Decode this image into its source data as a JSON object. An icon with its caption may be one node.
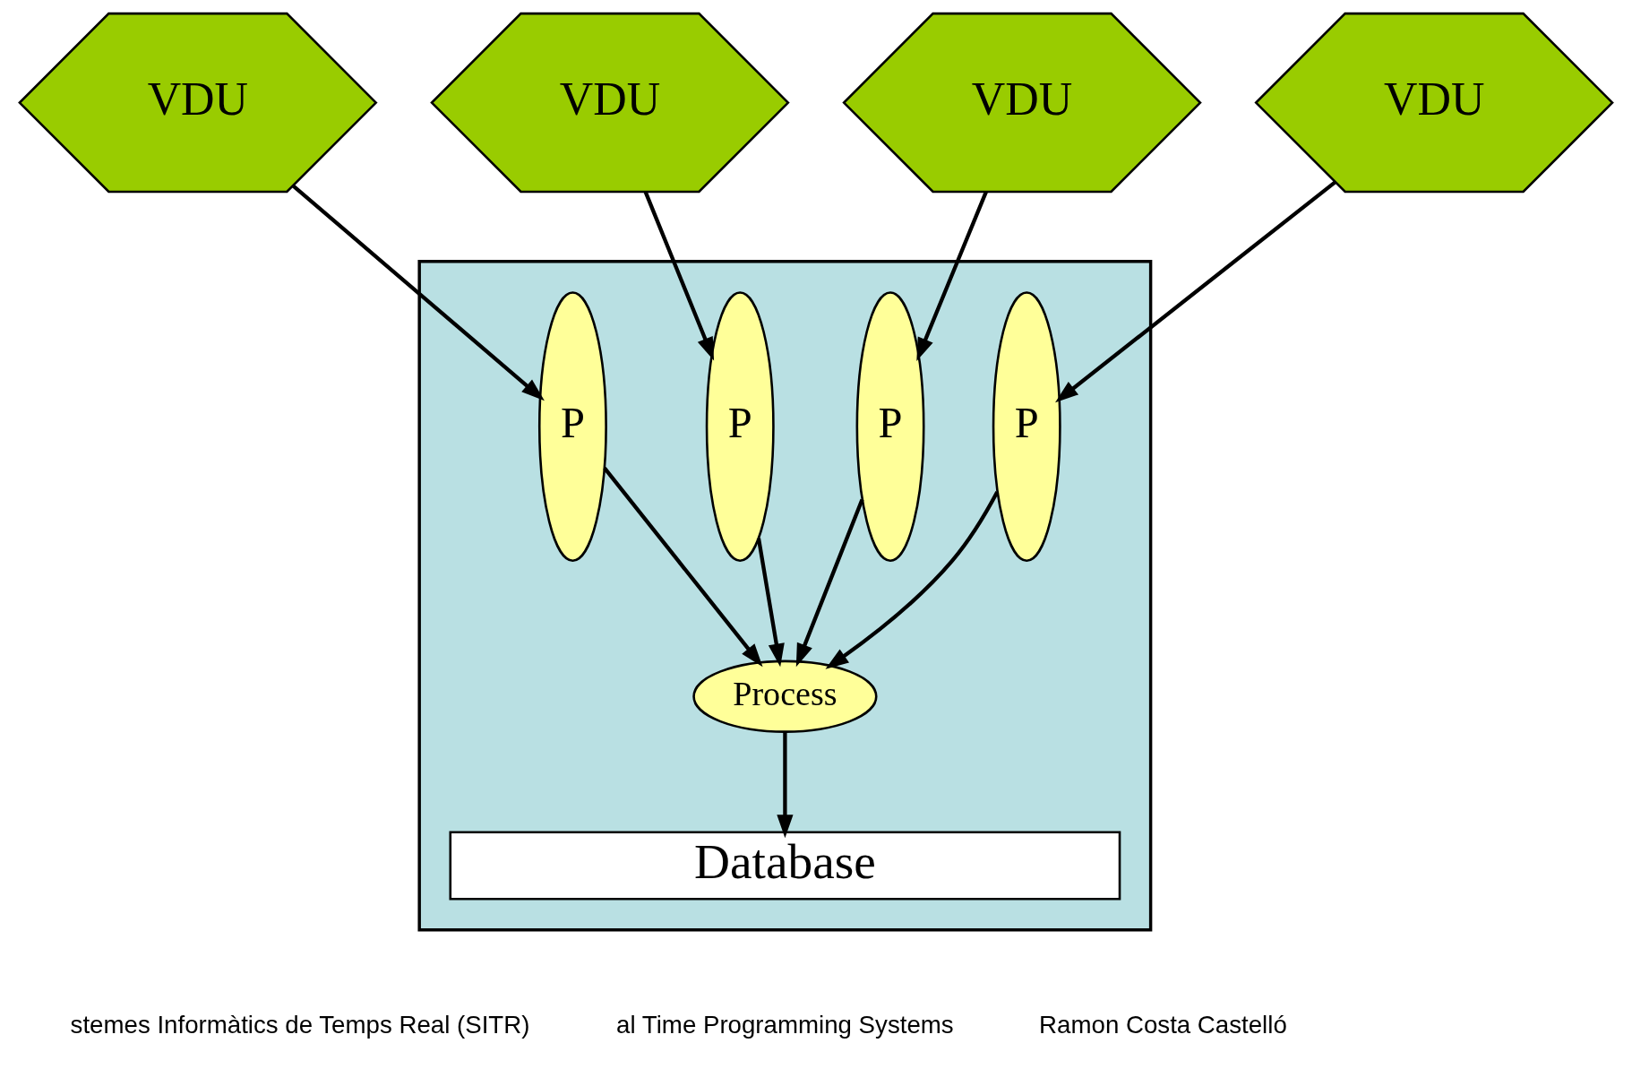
{
  "diagram": {
    "nodes": [
      {
        "text": [
          "VDU"
        ]
      },
      {
        "text": [
          "VDU"
        ]
      },
      {
        "text": [
          "VDU"
        ]
      },
      {
        "text": [
          "VDU"
        ]
      },
      {
        "text": [],
        "shape": "box"
      },
      {
        "text": [
          "P"
        ],
        "in": 4
      },
      {
        "text": [
          "P"
        ],
        "in": 4
      },
      {
        "text": [
          "P"
        ],
        "in": 4
      },
      {
        "text": [
          "P"
        ],
        "in": 4
      },
      {
        "text": [
          "Process"
        ],
        "in": 4
      },
      {
        "text": [
          "Database"
        ],
        "in": 4
      }
    ],
    "edges": [
      {
        "from": 0,
        "to": 5,
        "arrow": "to"
      },
      {
        "from": 1,
        "to": 6,
        "arrow": "to"
      },
      {
        "from": 2,
        "to": 7,
        "arrow": "to"
      },
      {
        "from": 3,
        "to": 8,
        "arrow": "to"
      },
      {
        "from": 5,
        "to": 9,
        "arrow": "to"
      },
      {
        "from": 6,
        "to": 9,
        "arrow": "to"
      },
      {
        "from": 7,
        "to": 9,
        "arrow": "to"
      },
      {
        "from": 8,
        "to": 9,
        "arrow": "to"
      },
      {
        "from": 9,
        "to": 10,
        "arrow": "to"
      }
    ],
    "labels": [
      "stemes Informàtics de Temps Real (SITR)",
      "al Time Programming Systems",
      "Ramon Costa Castelló"
    ]
  }
}
